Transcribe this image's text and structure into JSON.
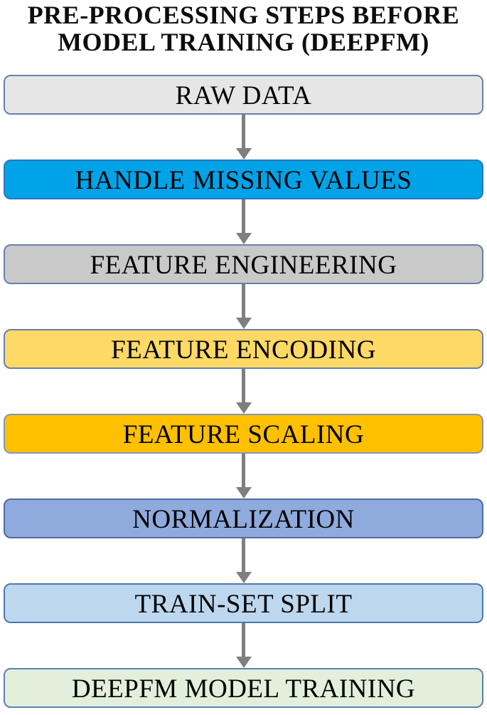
{
  "title": {
    "line1": "PRE-PROCESSING STEPS BEFORE",
    "line2": "MODEL TRAINING (DEEPFM)"
  },
  "colors": {
    "background": "#FFFFFF",
    "arrow": "#7F7F7F",
    "label_text": "#000000",
    "title_text": "#0D0D0D"
  },
  "steps": [
    {
      "label": "RAW DATA",
      "fill": "#E7E6E6",
      "border": "#687FAC"
    },
    {
      "label": "HANDLE MISSING VALUES",
      "fill": "#00A3E8",
      "border": "#2878B8"
    },
    {
      "label": "FEATURE ENGINEERING",
      "fill": "#C9C9C9",
      "border": "#687FAC"
    },
    {
      "label": "FEATURE ENCODING",
      "fill": "#FFD966",
      "border": "#687FAC"
    },
    {
      "label": "FEATURE SCALING",
      "fill": "#FFC000",
      "border": "#8497B0"
    },
    {
      "label": "NORMALIZATION",
      "fill": "#8FAADC",
      "border": "#4D6CA5"
    },
    {
      "label": "TRAIN-SET SPLIT",
      "fill": "#BDD7EE",
      "border": "#4A78B0"
    },
    {
      "label": "DEEPFM MODEL TRAINING",
      "fill": "#E2EFDA",
      "border": "#5E80B2"
    }
  ]
}
